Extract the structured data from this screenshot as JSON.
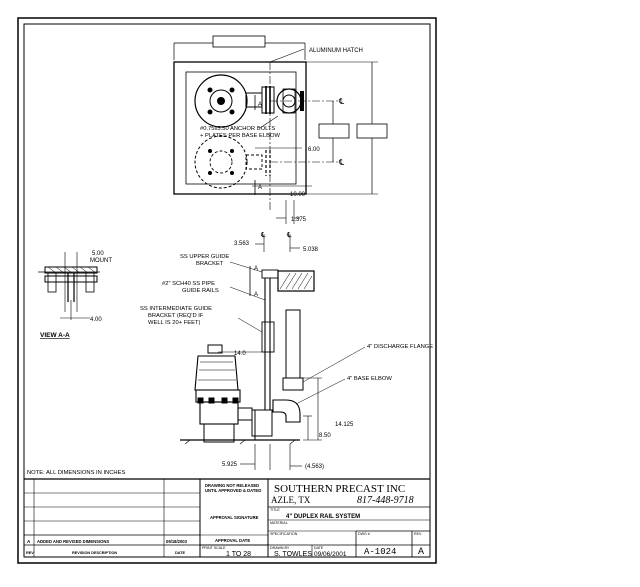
{
  "plan": {
    "aluminum_hatch": "ALUMINUM HATCH",
    "anchor_bolts_1": "#0.75x5.50 ANCHOR BOLTS",
    "anchor_bolts_2": "+ PLATES PER BASE ELBOW",
    "dim_600": "6.00",
    "dim_1000": "10.00",
    "dim_1375": "1.375",
    "cl": "℄",
    "arrow_a": "A"
  },
  "view_aa": {
    "mount_1": "5.00",
    "mount_2": "MOUNT",
    "dim_400": "4.00",
    "title": "VIEW A-A"
  },
  "elevation": {
    "dim_3563": "3.563",
    "dim_5038": "5.038",
    "upper_guide_1": "SS UPPER GUIDE",
    "upper_guide_2": "BRACKET",
    "pipe_rails_1": "#2\" SCH40 SS PIPE",
    "pipe_rails_2": "GUIDE RAILS",
    "intermediate_1": "SS INTERMEDIATE GUIDE",
    "intermediate_2": "BRACKET (REQ'D IF",
    "intermediate_3": "WELL IS 20+ FEET)",
    "dim_140": "14.0",
    "discharge_flange": "4\" DISCHARGE FLANGE",
    "base_elbow": "4\" BASE ELBOW",
    "dim_14125": "14.125",
    "dim_850": "8.50",
    "dim_5925": "5.925",
    "dim_4563": "(4.563)"
  },
  "note": "NOTE: ALL DIMENSIONS IN INCHES",
  "title_block": {
    "drawing_note_1": "DRAWING NOT RELEASED",
    "drawing_note_2": "UNTIL APPROVED & DATED",
    "approval_sig": "APPROVAL SIGNATURE",
    "approval_date": "APPROVAL DATE",
    "company": "SOUTHERN PRECAST INC",
    "city": "AZLE, TX",
    "phone": "817-448-9718",
    "title_label": "TITLE",
    "title": "4\" DUPLEX RAIL SYSTEM",
    "material_label": "MATERIAL",
    "specification_label": "SPECIFICATION",
    "dwg_no_label": "DWG #",
    "rev_label": "REV.",
    "scale_label": "PRINT SCALE",
    "scale": "1 TO 28",
    "drawn_by_label": "DRAWN BY",
    "drawn_by": "S. TOWLES",
    "date_label": "DATE",
    "date": "09/06/2001",
    "dwg_no": "A-1024",
    "rev": "A",
    "rev_row_letter": "A",
    "rev_row_text": "ADDED AND REVISED DIMENSIONS",
    "rev_row_date": "09/18/2003",
    "hdr_rev": "REV",
    "hdr_desc": "REVISION DESCRIPTION",
    "hdr_date": "DATE"
  }
}
